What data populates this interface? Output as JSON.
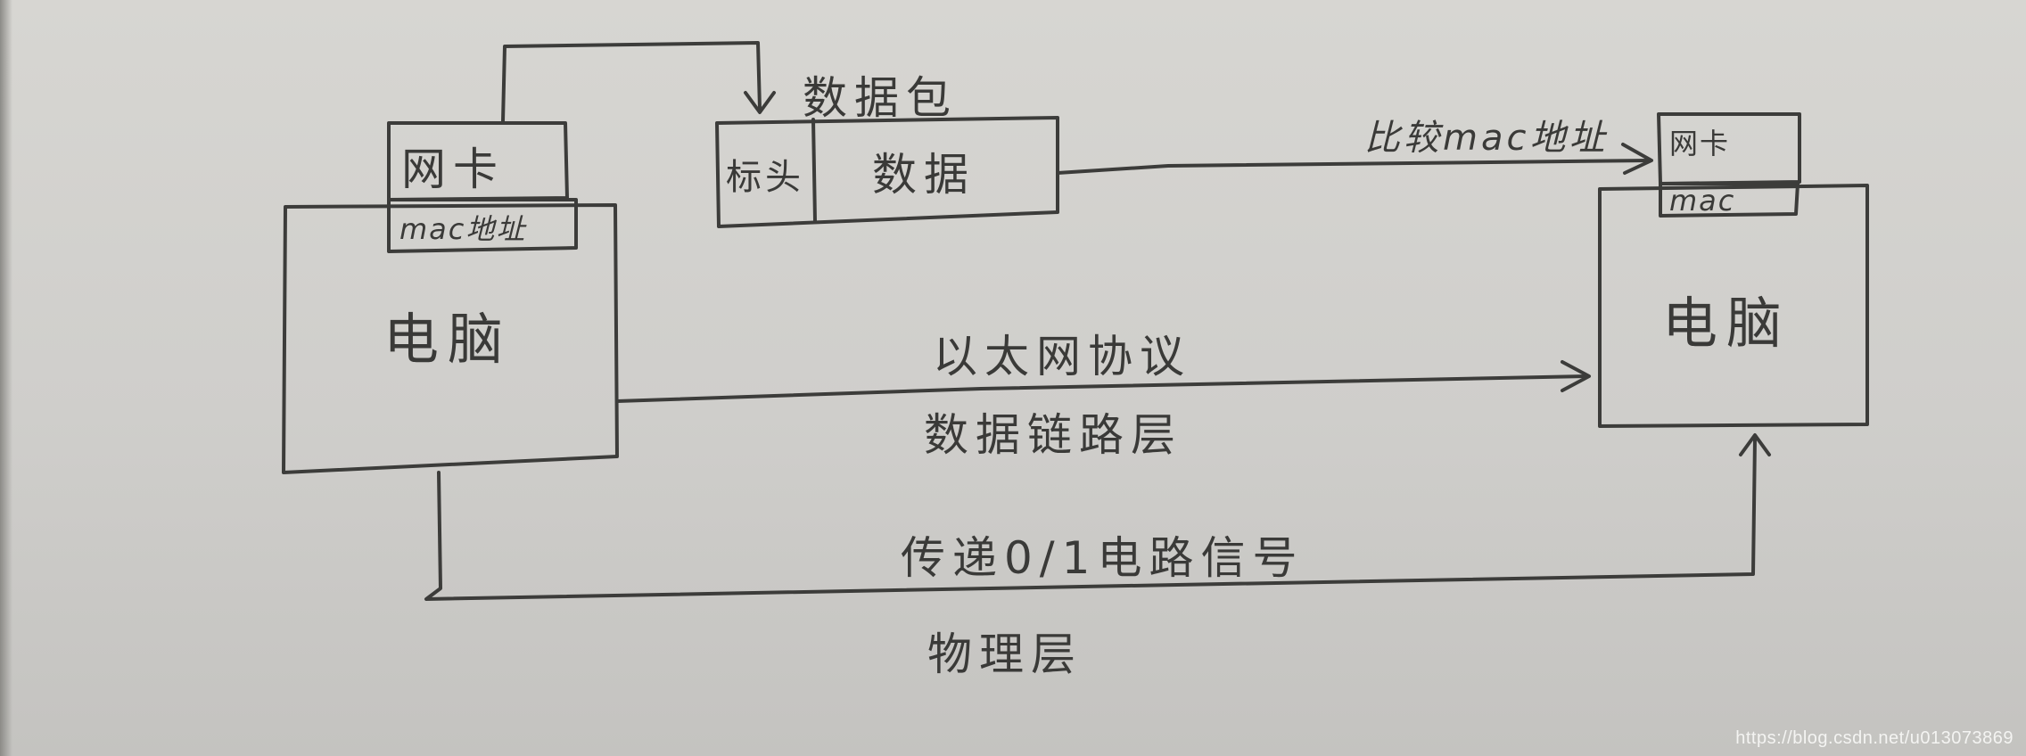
{
  "left_computer": {
    "label": "电脑",
    "nic_label": "网卡",
    "mac_label": "mac地址"
  },
  "right_computer": {
    "label": "电脑",
    "nic_label": "网卡",
    "mac_label": "mac"
  },
  "packet": {
    "title": "数据包",
    "header_label": "标头",
    "data_label": "数据"
  },
  "links": {
    "compare_mac": "比较mac地址",
    "ethernet_protocol": "以太网协议",
    "data_link_layer": "数据链路层",
    "signal": "传递0/1电路信号",
    "physical_layer": "物理层"
  },
  "watermark": "https://blog.csdn.net/u013073869",
  "colors": {
    "ink": "#3c3c3a",
    "paper": "#d4d3cf"
  }
}
